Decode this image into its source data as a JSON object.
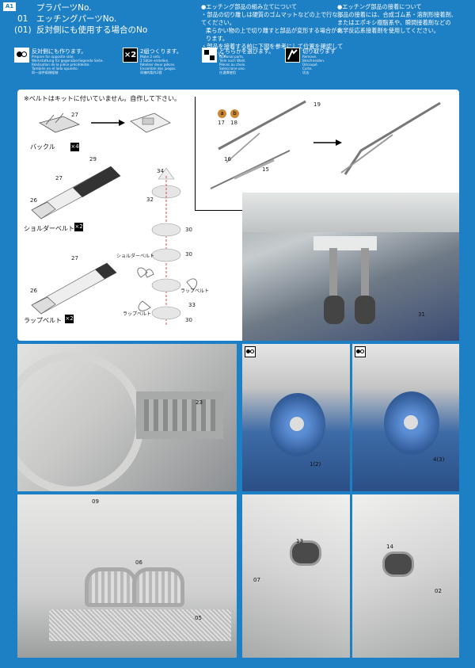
{
  "header": {
    "step": "A1",
    "legend": [
      {
        "code": "",
        "label": "プラパーツNo."
      },
      {
        "code": "01",
        "label": "エッチングパーツNo."
      },
      {
        "code": "(01)",
        "label": "反対側にも使用する場合のNo"
      }
    ],
    "etching_notes_left": [
      "●エッチング部品の組み立てについて",
      "・部品の切り離しは硬質のゴムマットなどの上で行なってください。",
      "柔らかい物の上で切り離すと部品が変形する場合があります。",
      "・部品を接着する前に下図を参考にして位置を確認してください。"
    ],
    "etching_notes_right": [
      "●エッチング部品の接着について",
      "部品の接着には、合成ゴム系・溶剤形接着剤、",
      "またはエポキシ樹脂系や、瞬間接着剤などの",
      "化学反応系接着剤を使用してください。"
    ]
  },
  "legend_icons": [
    {
      "icon": "opposite-side-icon",
      "title": "反対側にも作ります。",
      "sub": [
        "Prepare for opposite side.",
        "Werkstattung für gegenüberliegende Seite.",
        "Réalisation de la pièce précédente.",
        "También en el lado opuesto.",
        "同一部件兩側組裝"
      ]
    },
    {
      "icon": "make-two-icon",
      "title": "2組つくります。",
      "sub": [
        "Make 2 sets.",
        "2 Sätze erstellen.",
        "Réaliser deux pièces.",
        "Ensamble dos juegos.",
        "同樣的製作2套"
      ]
    },
    {
      "icon": "optional-parts-icon",
      "title": "どちらかを選びます。",
      "sub": [
        "Optional parts.",
        "Teile nach Wahl.",
        "Pièces au choix.",
        "Seleccione uno.",
        "任選擇使用"
      ]
    },
    {
      "icon": "cut-off-icon",
      "title": "切り取ります",
      "sub": [
        "Remove.",
        "Beschneiden.",
        "Découpé.",
        "Corte.",
        "切去"
      ]
    }
  ],
  "belt_panel": {
    "note": "※ベルトはキットに付いていません。自作して下さい。",
    "buckle_label": "バックル",
    "shoulder_label": "ショルダーベルト",
    "lap_label": "ラップベルト",
    "multiplier": "×4",
    "multiplier2": "×2",
    "parts": [
      "27",
      "29",
      "27",
      "26",
      "27",
      "26",
      "34",
      "32",
      "30",
      "30",
      "30",
      "33"
    ],
    "sub_labels": {
      "shoulder": "ショルダーベルト",
      "lap_right": "ラップベルト",
      "lap_left": "ラップベルト"
    }
  },
  "wiper_panel": {
    "parts": [
      "19",
      "17",
      "18",
      "16",
      "15"
    ],
    "badges": [
      "a",
      "b"
    ]
  },
  "photo_labels": {
    "pedals": "31",
    "dash": "23",
    "disc_left": "1(2)",
    "disc_right": "4(3)",
    "front_09": "09",
    "front_06": "06",
    "front_05": "05",
    "mirror_left_13": "13",
    "mirror_left_07": "07",
    "mirror_right_14": "14",
    "mirror_right_02": "02"
  }
}
